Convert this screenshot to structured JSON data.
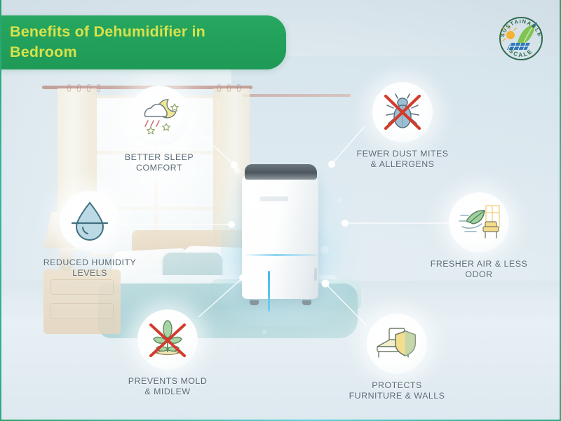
{
  "title": {
    "text": "Benefits of Dehumidifier in\nBedroom",
    "bar_color": "#22a05b",
    "text_color": "#d9e24b"
  },
  "logo": {
    "top_text": "SUSTAINABLE",
    "bottom_text": "SCALE",
    "ring_color": "#2f6b4f",
    "accent_green": "#7ac143",
    "accent_blue": "#2e77b8",
    "accent_yellow": "#f5b335"
  },
  "scene": {
    "description": "bedroom-background",
    "device": "dehumidifier",
    "device_led_color": "#49b8e8"
  },
  "benefits": [
    {
      "id": "better-sleep",
      "icon": "moon-cloud-stars-icon",
      "label": "BETTER SLEEP\nCOMFORT"
    },
    {
      "id": "fewer-dust-mites",
      "icon": "no-dust-mite-icon",
      "label": "FEWER DUST MITES\n& ALLERGENS"
    },
    {
      "id": "reduced-humidity",
      "icon": "water-droplet-icon",
      "label": "REDUCED HUMIDITY\nLEVELS"
    },
    {
      "id": "fresher-air",
      "icon": "leaf-airflow-chair-icon",
      "label": "FRESHER AIR & LESS\nODOR"
    },
    {
      "id": "prevents-mold",
      "icon": "no-mold-plant-icon",
      "label": "PREVENTS MOLD\n& MIDLEW"
    },
    {
      "id": "protects-furniture",
      "icon": "bed-shield-icon",
      "label": "PROTECTS\nFURNITURE & WALLS"
    }
  ],
  "palette": {
    "background_top": "#e2ecf1",
    "background_bottom": "#c7d6df",
    "label_text": "#5a6a75",
    "frame_accent": "#3fb58f",
    "connector": "#ffffff"
  }
}
